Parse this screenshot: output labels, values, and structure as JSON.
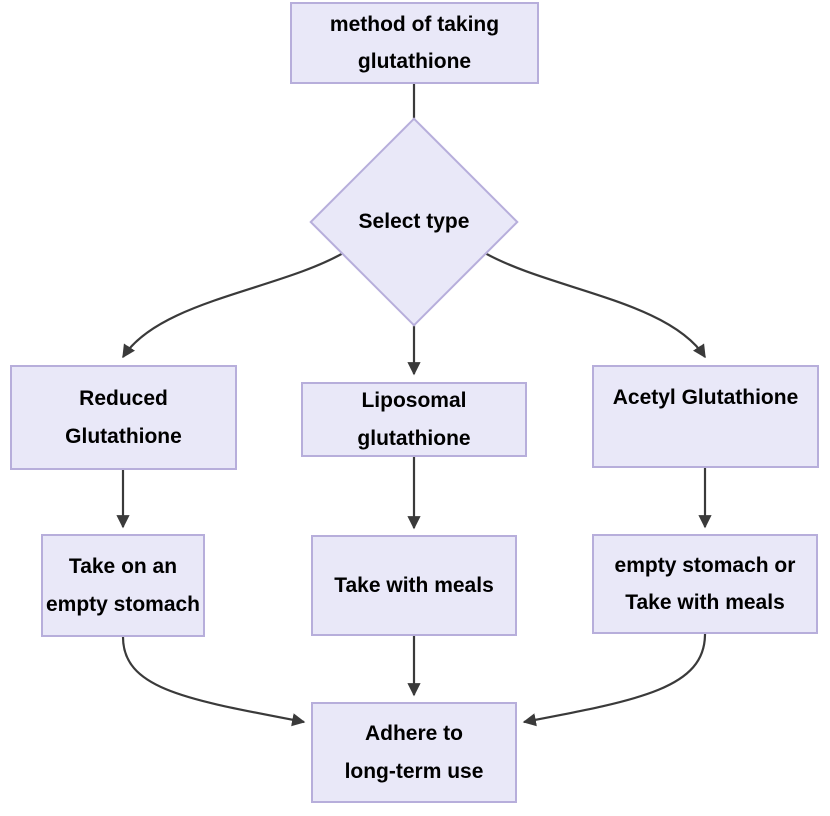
{
  "diagram": {
    "type": "flowchart",
    "title_node": {
      "id": "start",
      "shape": "rectangle",
      "lines": [
        "method of taking",
        "glutathione"
      ]
    },
    "decision": {
      "id": "select-type",
      "shape": "diamond",
      "label": "Select type"
    },
    "type_options": [
      {
        "id": "reduced-glutathione",
        "shape": "rectangle",
        "lines": [
          "Reduced",
          "Glutathione"
        ]
      },
      {
        "id": "liposomal-glutathione",
        "shape": "rectangle",
        "lines": [
          "Liposomal",
          "glutathione"
        ]
      },
      {
        "id": "acetyl-glutathione",
        "shape": "rectangle",
        "lines": [
          "Acetyl Glutathione"
        ]
      }
    ],
    "instructions": [
      {
        "id": "take-on-empty-stomach",
        "shape": "rectangle",
        "lines": [
          "Take on an",
          "empty stomach"
        ]
      },
      {
        "id": "take-with-meals",
        "shape": "rectangle",
        "lines": [
          "Take with meals"
        ]
      },
      {
        "id": "empty-stomach-or-meals",
        "shape": "rectangle",
        "lines": [
          "empty stomach or",
          "Take with meals"
        ]
      }
    ],
    "end_node": {
      "id": "adhere-long-term",
      "shape": "rectangle",
      "lines": [
        "Adhere to",
        "long-term use"
      ]
    },
    "colors": {
      "node_fill": "#e9e8f8",
      "node_border": "#b7aedb",
      "edge": "#3a3a3a",
      "text": "#000000",
      "background": "#ffffff"
    }
  }
}
